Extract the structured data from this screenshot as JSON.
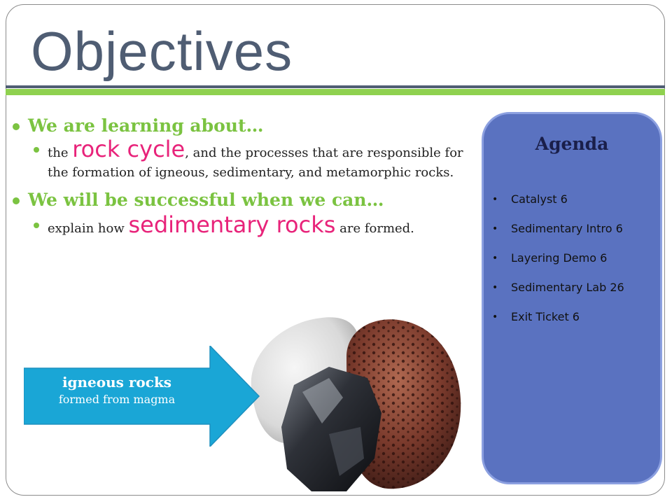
{
  "slide": {
    "title": "Objectives"
  },
  "objectives": {
    "learning_heading": "We are learning about…",
    "learning_pre": "the ",
    "learning_highlight": "rock cycle",
    "learning_post": ", and the processes that are responsible for the formation of igneous, sedimentary, and metamorphic rocks.",
    "success_heading": "We will be successful when we can…",
    "success_pre": "explain how ",
    "success_highlight": "sedimentary rocks",
    "success_post": " are formed."
  },
  "agenda": {
    "title": "Agenda",
    "items": [
      "Catalyst 6",
      "Sedimentary  Intro 6",
      "Layering Demo 6",
      "Sedimentary Lab 26",
      "Exit Ticket 6"
    ]
  },
  "callout": {
    "title": "igneous rocks",
    "subtitle": "formed from magma"
  },
  "colors": {
    "title": "#4f5d73",
    "accent_green": "#7bc341",
    "highlight_pink": "#e8237a",
    "agenda_fill": "#5a72c0",
    "callout_fill": "#1aa6d6"
  }
}
